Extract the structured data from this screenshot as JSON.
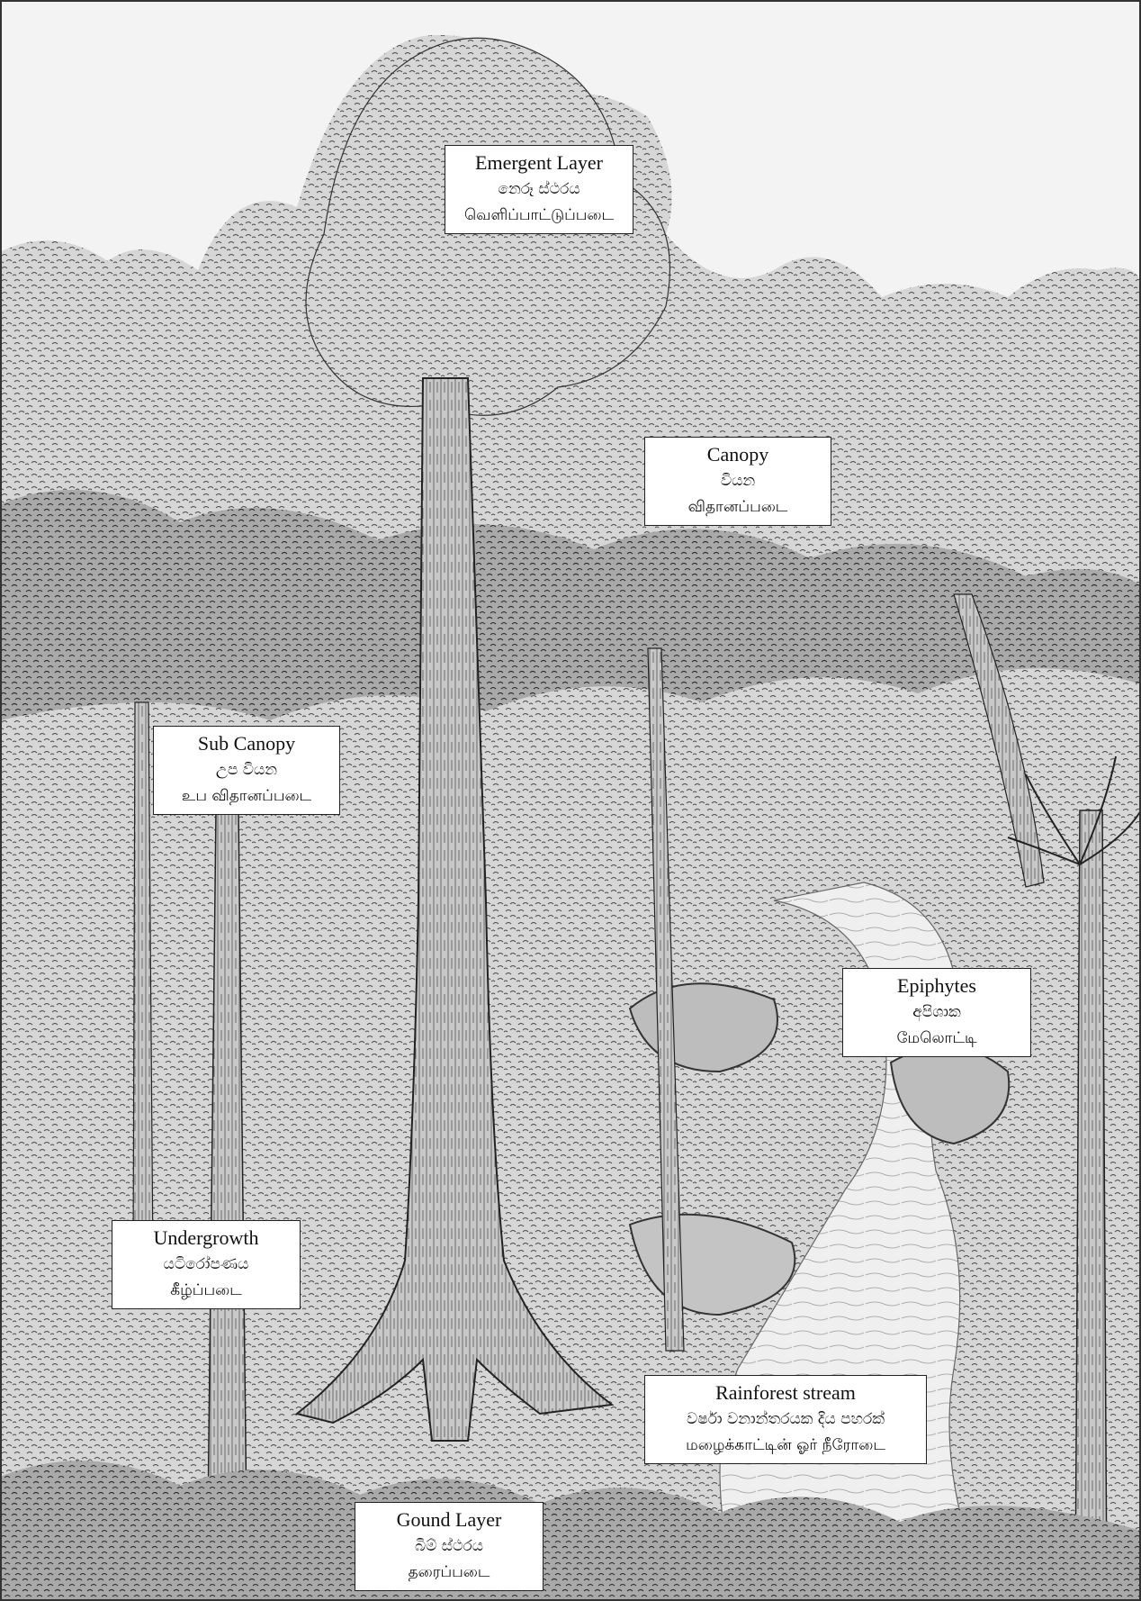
{
  "diagram": {
    "labels": [
      {
        "id": "emergent",
        "en": "Emergent Layer",
        "si": "නෙරූ ස්ථරය",
        "ta": "வெளிப்பாட்டுப்படை"
      },
      {
        "id": "canopy",
        "en": "Canopy",
        "si": "වියන",
        "ta": "விதானப்படை"
      },
      {
        "id": "subcanopy",
        "en": "Sub Canopy",
        "si": "උප වියන",
        "ta": "உப விதானப்படை"
      },
      {
        "id": "epiphytes",
        "en": "Epiphytes",
        "si": "අපිශාක",
        "ta": "மேலொட்டி"
      },
      {
        "id": "undergrowth",
        "en": "Undergrowth",
        "si": "යටිරෝපණය",
        "ta": "கீழ்ப்படை"
      },
      {
        "id": "stream",
        "en": "Rainforest stream",
        "si": "වර්ෂා වනාන්තරයක දිය පහරක්",
        "ta": "மழைக்காட்டின் ஓர் நீரோடை"
      },
      {
        "id": "ground",
        "en": "Gound Layer",
        "si": "බිම් ස්ථරය",
        "ta": "தரைப்படை"
      }
    ]
  },
  "colors": {
    "ink": "#1a1a1a",
    "paper": "#ffffff",
    "sky": "#f3f3f3"
  }
}
